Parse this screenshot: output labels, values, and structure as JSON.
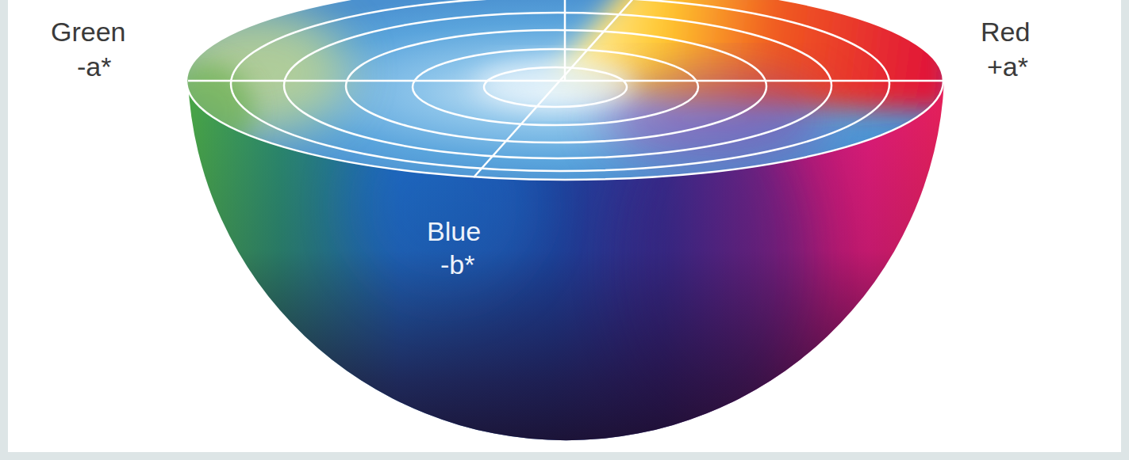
{
  "diagram": {
    "labels": [
      "Green",
      "-a*",
      "Red",
      "+a*",
      "Blue",
      "-b*"
    ]
  }
}
